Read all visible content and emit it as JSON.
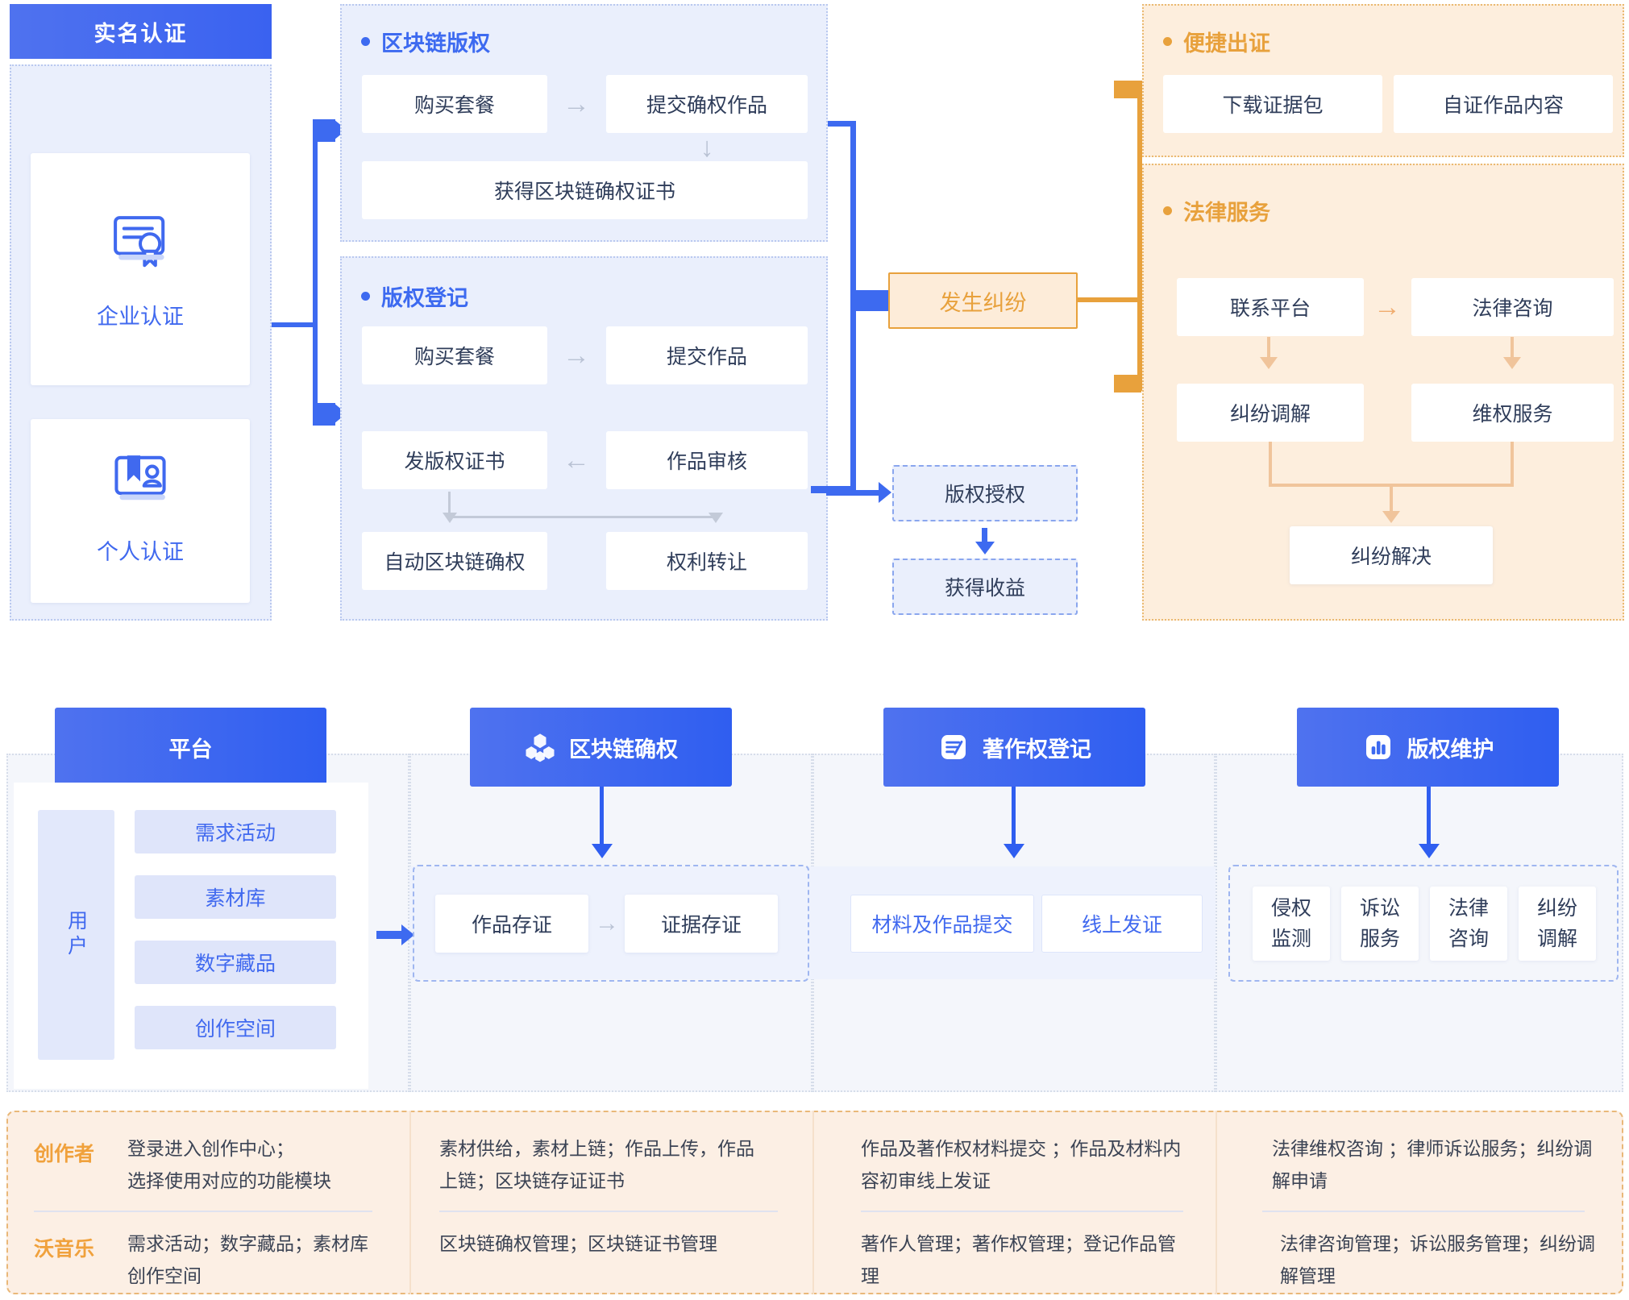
{
  "top": {
    "auth": {
      "title": "实名认证",
      "items": [
        {
          "label": "企业认证",
          "icon": "certificate-icon"
        },
        {
          "label": "个人认证",
          "icon": "id-card-icon"
        }
      ]
    },
    "blockchain_copyright": {
      "title": "区块链版权",
      "steps": [
        "购买套餐",
        "提交确权作品"
      ],
      "result": "获得区块链确权证书"
    },
    "copyright_registration": {
      "title": "版权登记",
      "row1": [
        "购买套餐",
        "提交作品"
      ],
      "row2": [
        "发版权证书",
        "作品审核"
      ],
      "row3": [
        "自动区块链确权",
        "权利转让"
      ]
    },
    "authorization": {
      "items": [
        "版权授权",
        "获得收益"
      ]
    },
    "dispute": {
      "label": "发生纠纷"
    },
    "evidence": {
      "title": "便捷出证",
      "items": [
        "下载证据包",
        "自证作品内容"
      ]
    },
    "legal": {
      "title": "法律服务",
      "row1": [
        "联系平台",
        "法律咨询"
      ],
      "row2": [
        "纠纷调解",
        "维权服务"
      ],
      "result": "纠纷解决"
    }
  },
  "bottom": {
    "columns": [
      {
        "cap": "平台",
        "icon": "",
        "user_label": "用户",
        "chips": [
          "需求活动",
          "素材库",
          "数字藏品",
          "创作空间"
        ],
        "note_creator": "登录进入创作中心；\n选择使用对应的功能模块",
        "note_platform": "需求活动；数字藏品；素材库\n创作空间"
      },
      {
        "cap": "区块链确权",
        "icon": "blockchain-icon",
        "boxes": [
          "作品存证",
          "证据存证"
        ],
        "note_creator": "素材供给，素材上链；作品上传，作品上链；区块链存证证书",
        "note_platform": "区块链确权管理；区块链证书管理"
      },
      {
        "cap": "著作权登记",
        "icon": "document-edit-icon",
        "boxes": [
          "材料及作品提交",
          "线上发证"
        ],
        "note_creator": "作品及著作权材料提交 ；作品及材料内容初审线上发证",
        "note_platform": "著作人管理；著作权管理；登记作品管理"
      },
      {
        "cap": "版权维护",
        "icon": "bar-chart-icon",
        "boxes": [
          "侵权\n监测",
          "诉讼\n服务",
          "法律\n咨询",
          "纠纷\n调解"
        ],
        "note_creator": "法律维权咨询 ；律师诉讼服务；纠纷调解申请",
        "note_platform": "法律咨询管理；诉讼服务管理；纠纷调解管理"
      }
    ],
    "roles": {
      "creator": "创作者",
      "platform": "沃音乐"
    }
  },
  "colors": {
    "brand_blue": "#3d6af0",
    "panel_blue": "#eaeffc",
    "accent_orange": "#e8a13c",
    "panel_orange": "#fdeedd",
    "text_dark": "#2f3d5a"
  }
}
